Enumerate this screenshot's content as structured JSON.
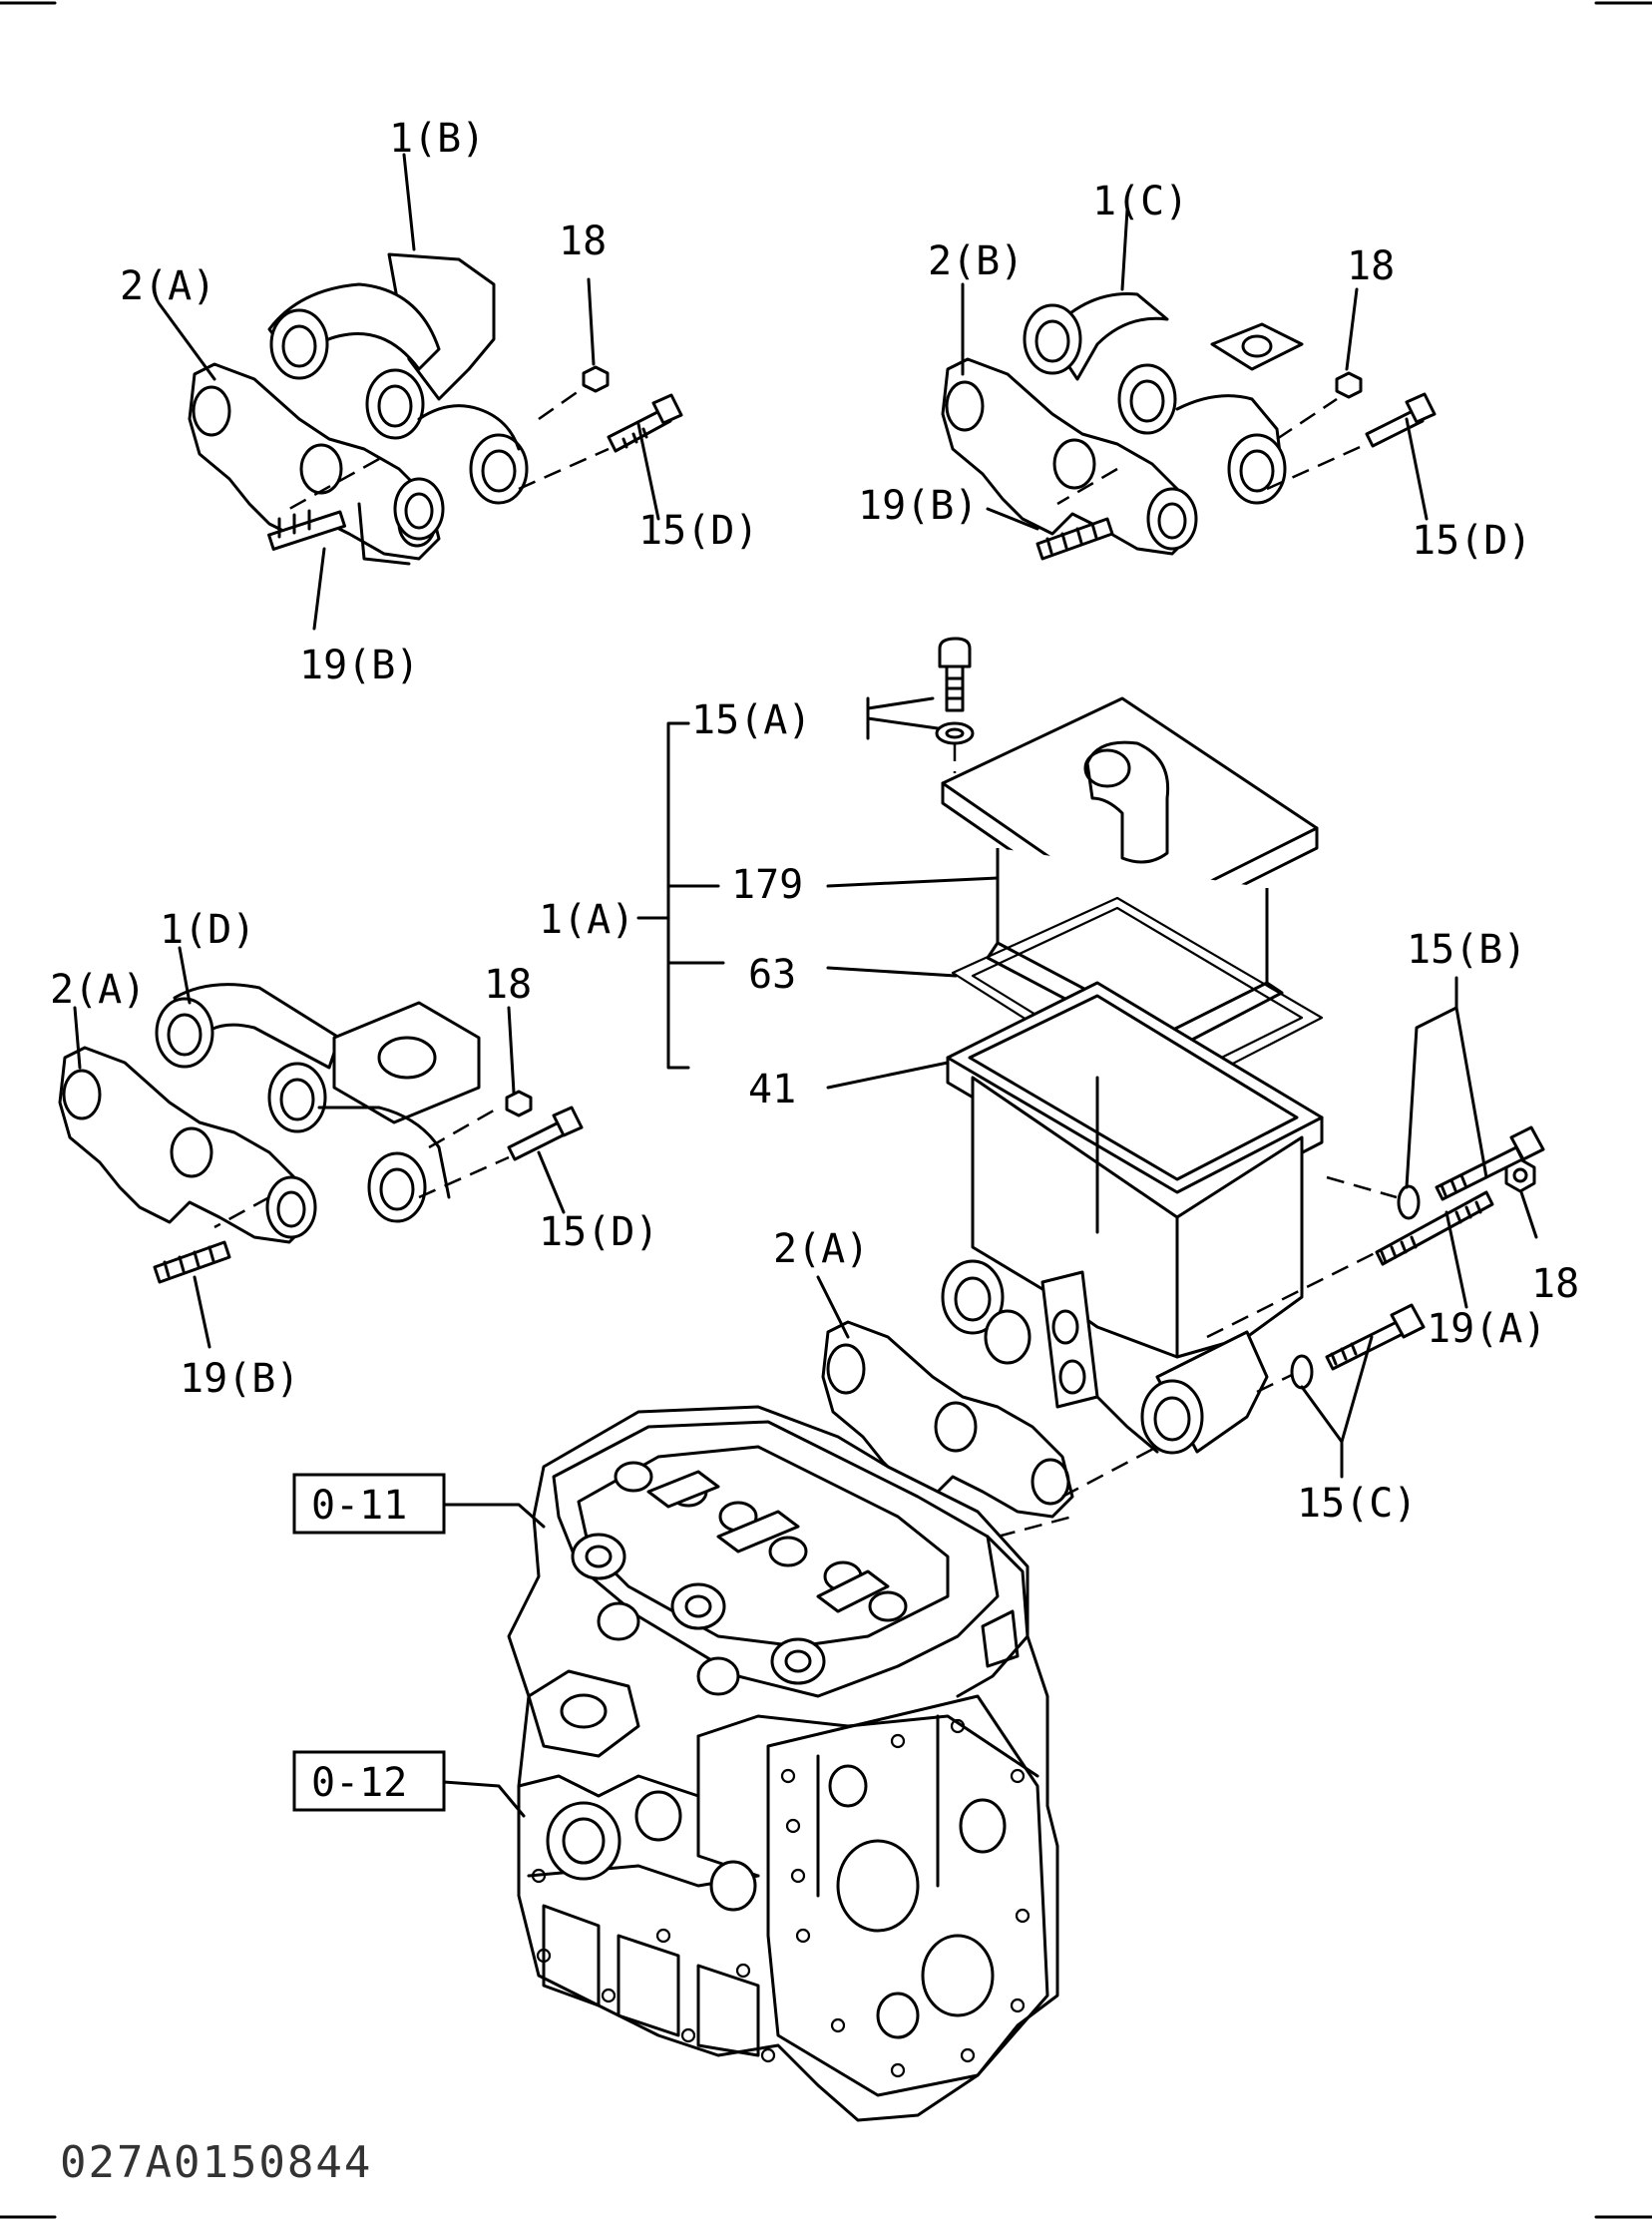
{
  "callouts": {
    "c1": "1(B)",
    "c2": "2(A)",
    "c3": "18",
    "c4": "15(D)",
    "c5": "19(B)",
    "c6": "1(C)",
    "c7": "2(B)",
    "c8": "18",
    "c9": "19(B)",
    "c10": "15(D)",
    "c11": "15(A)",
    "c12": "179",
    "c13": "1(A)",
    "c14": "63",
    "c15": "41",
    "c16": "1(D)",
    "c17": "2(A)",
    "c18": "18",
    "c19": "15(D)",
    "c20": "19(B)",
    "c21": "15(B)",
    "c22": "18",
    "c23": "2(A)",
    "c24": "19(A)",
    "c25": "15(C)"
  },
  "refs": {
    "r1": "0-11",
    "r2": "0-12"
  },
  "drawing_code": "027A0150844"
}
